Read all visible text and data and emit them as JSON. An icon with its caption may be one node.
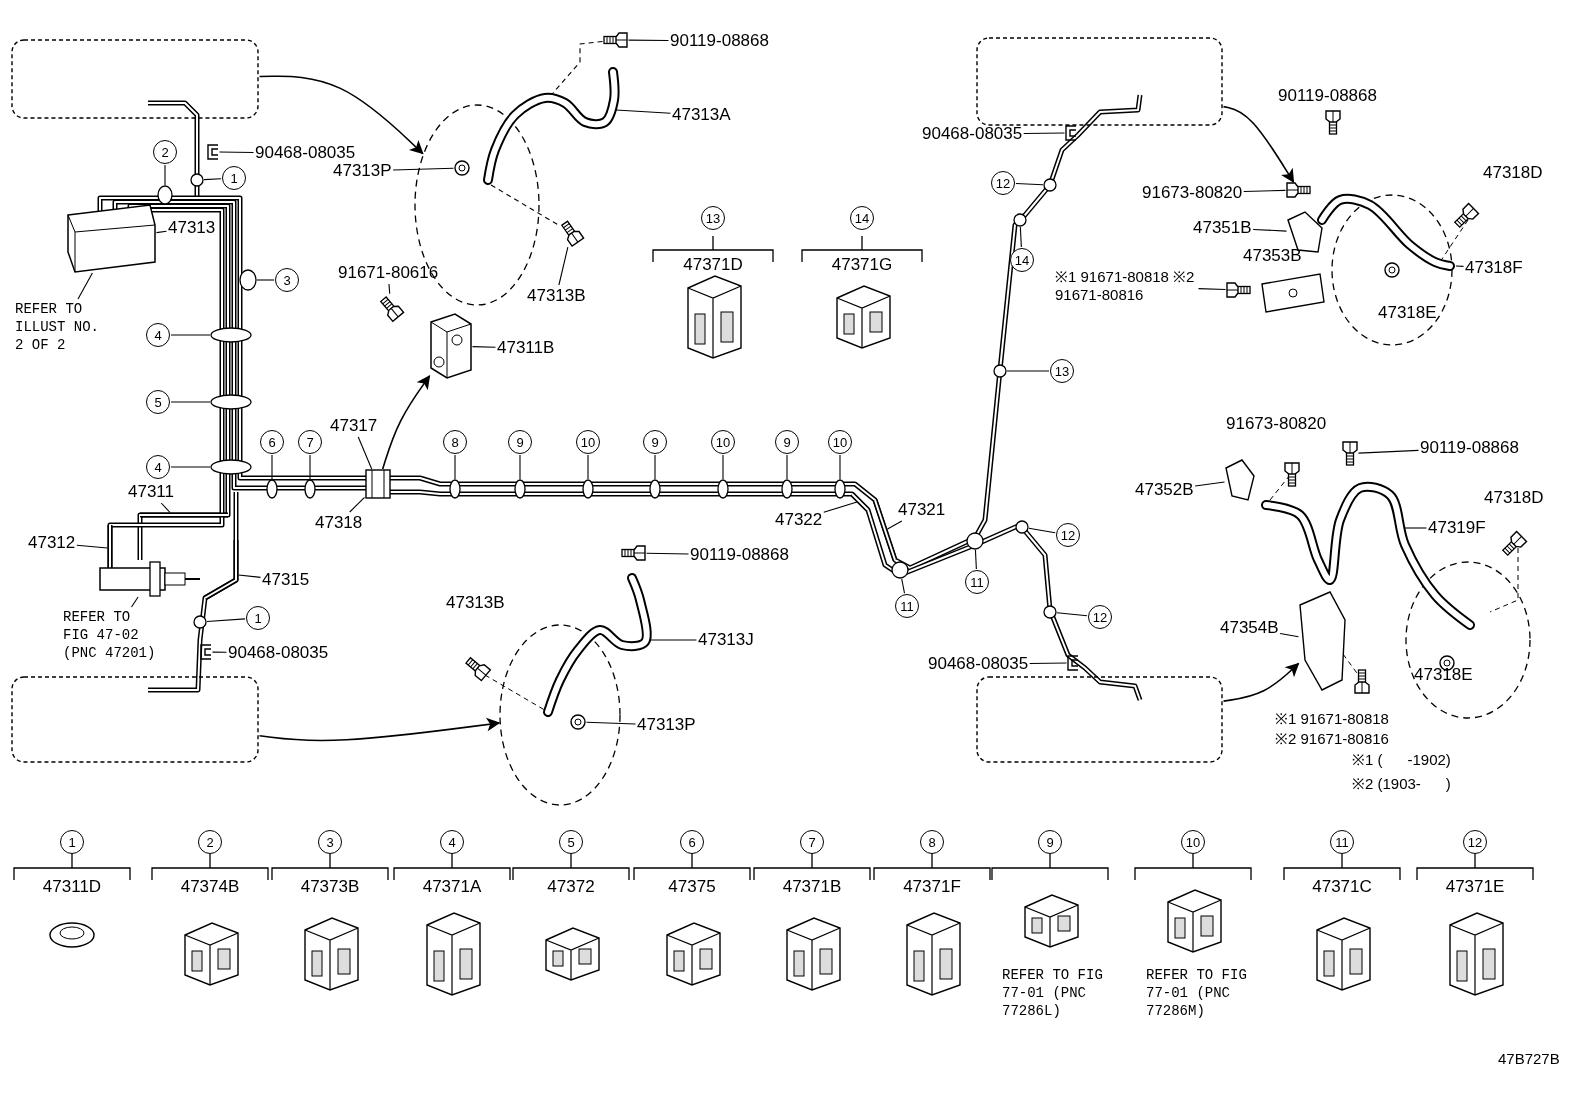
{
  "diagram": {
    "nodes": [
      {
        "text": [],
        "shape": "box"
      },
      {
        "text": [],
        "shape": "box"
      },
      {
        "text": [],
        "shape": "box"
      },
      {
        "text": [],
        "shape": "box"
      },
      {
        "text": [],
        "shape": "circle"
      },
      {
        "text": [],
        "shape": "circle"
      },
      {
        "text": [],
        "shape": "circle"
      },
      {
        "text": [],
        "shape": "circle"
      },
      {
        "text": [],
        "shape": "picture"
      },
      {
        "text": [
          "90119-08868"
        ]
      },
      {
        "text": [
          "47313A"
        ]
      },
      {
        "text": [
          "47313P"
        ]
      },
      {
        "text": [
          "47313B"
        ]
      },
      {
        "text": [
          "90468-08035"
        ]
      },
      {
        "text": [
          "47313"
        ]
      },
      {
        "text": [
          "REFER TO ILLUST NO. 2 OF 2"
        ]
      },
      {
        "text": [
          "91671-80616"
        ]
      },
      {
        "text": [
          "47311B"
        ]
      },
      {
        "text": [
          "47317"
        ]
      },
      {
        "text": [
          "47318"
        ]
      },
      {
        "text": [
          "47311"
        ]
      },
      {
        "text": [
          "47312"
        ]
      },
      {
        "text": [
          "REFER TO FIG 47-02 (PNC 47201)"
        ]
      },
      {
        "text": [
          "47315"
        ]
      },
      {
        "text": [
          "90468-08035"
        ]
      },
      {
        "text": [
          "90119-08868"
        ]
      },
      {
        "text": [
          "47313J"
        ]
      },
      {
        "text": [
          "47313P"
        ]
      },
      {
        "text": [
          "47322"
        ]
      },
      {
        "text": [
          "47321"
        ]
      },
      {
        "text": [
          "90468-08035"
        ]
      },
      {
        "text": [
          "91673-80820"
        ]
      },
      {
        "text": [
          "47351B"
        ]
      },
      {
        "text": [
          "※1 91671-80818 ※2 91671-80816"
        ]
      },
      {
        "text": [
          "47318F"
        ]
      },
      {
        "text": [
          "90119-08868"
        ]
      },
      {
        "text": [
          "47352B"
        ]
      },
      {
        "text": [
          "47319F"
        ]
      },
      {
        "text": [
          "47354B"
        ]
      },
      {
        "text": [
          "90468-08035"
        ]
      },
      {
        "text": [
          "1"
        ]
      },
      {
        "text": [
          "2"
        ]
      },
      {
        "text": [
          "3"
        ]
      },
      {
        "text": [
          "4"
        ]
      },
      {
        "text": [
          "5"
        ]
      },
      {
        "text": [
          "4"
        ]
      },
      {
        "text": [
          "6"
        ]
      },
      {
        "text": [
          "7"
        ]
      },
      {
        "text": [
          "8"
        ]
      },
      {
        "text": [
          "9"
        ]
      },
      {
        "text": [
          "10"
        ]
      },
      {
        "text": [
          "9"
        ]
      },
      {
        "text": [
          "10"
        ]
      },
      {
        "text": [
          "9"
        ]
      },
      {
        "text": [
          "10"
        ]
      },
      {
        "text": [
          "11"
        ]
      },
      {
        "text": [
          "11"
        ]
      },
      {
        "text": [
          "12"
        ]
      },
      {
        "text": [
          "12"
        ]
      },
      {
        "text": [
          "12"
        ]
      },
      {
        "text": [
          "14"
        ]
      },
      {
        "text": [
          "13"
        ]
      },
      {
        "text": [
          "1"
        ]
      },
      {
        "text": [
          "13"
        ]
      },
      {
        "text": [
          "14"
        ]
      },
      {
        "text": [
          "1"
        ]
      },
      {
        "text": [
          "2"
        ]
      },
      {
        "text": [
          "3"
        ]
      },
      {
        "text": [
          "4"
        ]
      },
      {
        "text": [
          "5"
        ]
      },
      {
        "text": [
          "6"
        ]
      },
      {
        "text": [
          "7"
        ]
      },
      {
        "text": [
          "8"
        ]
      },
      {
        "text": [
          "9"
        ]
      },
      {
        "text": [
          "10"
        ]
      },
      {
        "text": [
          "11"
        ]
      },
      {
        "text": [
          "12"
        ]
      },
      {
        "text": [],
        "shape": "picture"
      },
      {
        "text": [],
        "shape": "picture"
      },
      {
        "text": [],
        "shape": "picture",
        "in": 4
      },
      {
        "text": [],
        "shape": "picture"
      },
      {
        "text": [],
        "shape": "picture"
      },
      {
        "text": [],
        "shape": "picture"
      },
      {
        "text": [],
        "shape": "picture"
      },
      {
        "text": [],
        "shape": "picture"
      },
      {
        "text": [],
        "shape": "picture"
      },
      {
        "text": [],
        "shape": "picture"
      },
      {
        "text": [],
        "shape": "picture"
      },
      {
        "text": [],
        "shape": "picture"
      },
      {
        "text": [],
        "shape": "picture"
      },
      {
        "text": [],
        "shape": "picture"
      },
      {
        "text": [],
        "shape": "picture"
      },
      {
        "text": [],
        "shape": "picture",
        "in": 5
      },
      {
        "text": [],
        "shape": "picture"
      },
      {
        "text": [],
        "shape": "picture"
      },
      {
        "text": [],
        "shape": "picture"
      },
      {
        "text": [],
        "shape": "picture"
      },
      {
        "text": [],
        "shape": "picture"
      },
      {
        "text": [],
        "shape": "picture"
      },
      {
        "text": [],
        "shape": "picture"
      },
      {
        "text": [],
        "shape": "picture"
      },
      {
        "text": [],
        "shape": "picture"
      },
      {
        "text": [],
        "shape": "picture"
      },
      {
        "text": [],
        "shape": "picture"
      },
      {
        "text": [],
        "shape": "picture"
      },
      {
        "text": [],
        "shape": "circle"
      },
      {
        "text": [],
        "shape": "circle"
      },
      {
        "text": [],
        "shape": "circle"
      },
      {
        "text": [],
        "shape": "circle"
      },
      {
        "text": [],
        "shape": "circle"
      },
      {
        "text": [],
        "shape": "circle"
      },
      {
        "text": [],
        "shape": "circle"
      },
      {
        "text": [],
        "shape": "circle"
      },
      {
        "text": [],
        "shape": "circle"
      },
      {
        "text": [],
        "shape": "circle"
      },
      {
        "text": [],
        "shape": "circle"
      },
      {
        "text": [],
        "shape": "circle"
      },
      {
        "text": [],
        "shape": "circle"
      },
      {
        "text": [],
        "shape": "circle"
      },
      {
        "text": [],
        "shape": "circle"
      },
      {
        "text": [],
        "shape": "circle"
      },
      {
        "text": [],
        "shape": "circle"
      },
      {
        "text": [],
        "shape": "circle"
      },
      {
        "text": [],
        "shape": "circle"
      },
      {
        "text": [],
        "shape": "circle"
      },
      {
        "text": [],
        "shape": "circle"
      },
      {
        "text": [],
        "shape": "circle"
      },
      {
        "text": [],
        "shape": "circle"
      }
    ],
    "edges": [
      {
        "from": 0,
        "to": 4,
        "arrow": "to"
      },
      {
        "from": 1,
        "to": 5,
        "arrow": "to"
      },
      {
        "from": 2,
        "to": 96,
        "arrow": "to"
      },
      {
        "from": 3,
        "to": 103,
        "arrow": "to"
      },
      {
        "from": 84,
        "to": 8,
        "arrow": "to"
      },
      {
        "from": 9,
        "to": 77,
        "arrow": "none"
      },
      {
        "from": 10,
        "to": 78,
        "arrow": "none"
      },
      {
        "from": 11,
        "to": 79,
        "arrow": "none"
      },
      {
        "from": 12,
        "to": 80,
        "arrow": "none"
      },
      {
        "from": 13,
        "to": 81,
        "arrow": "none"
      },
      {
        "from": 14,
        "to": 82,
        "arrow": "none"
      },
      {
        "from": 15,
        "to": 82,
        "arrow": "none"
      },
      {
        "from": 16,
        "to": 83,
        "arrow": "none"
      },
      {
        "from": 17,
        "to": 8,
        "arrow": "none"
      },
      {
        "from": 18,
        "to": 84,
        "arrow": "none"
      },
      {
        "from": 19,
        "to": 84,
        "arrow": "none"
      },
      {
        "from": 20,
        "to": 85,
        "arrow": "none"
      },
      {
        "from": 21,
        "to": 86,
        "arrow": "none"
      },
      {
        "from": 22,
        "to": 87,
        "arrow": "none"
      },
      {
        "from": 23,
        "to": 88,
        "arrow": "none"
      },
      {
        "from": 24,
        "to": 89,
        "arrow": "none"
      },
      {
        "from": 25,
        "to": 90,
        "arrow": "none"
      },
      {
        "from": 26,
        "to": 91,
        "arrow": "none"
      },
      {
        "from": 27,
        "to": 92,
        "arrow": "none"
      },
      {
        "from": 28,
        "to": 93,
        "arrow": "none"
      },
      {
        "from": 29,
        "to": 94,
        "arrow": "none"
      },
      {
        "from": 30,
        "to": 95,
        "arrow": "none"
      },
      {
        "from": 31,
        "to": 96,
        "arrow": "none"
      },
      {
        "from": 32,
        "to": 97,
        "arrow": "none"
      },
      {
        "from": 33,
        "to": 98,
        "arrow": "none"
      },
      {
        "from": 34,
        "to": 99,
        "arrow": "none"
      },
      {
        "from": 35,
        "to": 100,
        "arrow": "none"
      },
      {
        "from": 36,
        "to": 101,
        "arrow": "none"
      },
      {
        "from": 37,
        "to": 102,
        "arrow": "none"
      },
      {
        "from": 38,
        "to": 103,
        "arrow": "none"
      },
      {
        "from": 39,
        "to": 104,
        "arrow": "none"
      },
      {
        "from": 40,
        "to": 105,
        "arrow": "none"
      },
      {
        "from": 41,
        "to": 106,
        "arrow": "none"
      },
      {
        "from": 42,
        "to": 107,
        "arrow": "none"
      },
      {
        "from": 43,
        "to": 108,
        "arrow": "none"
      },
      {
        "from": 44,
        "to": 109,
        "arrow": "none"
      },
      {
        "from": 45,
        "to": 110,
        "arrow": "none"
      },
      {
        "from": 46,
        "to": 111,
        "arrow": "none"
      },
      {
        "from": 47,
        "to": 112,
        "arrow": "none"
      },
      {
        "from": 48,
        "to": 113,
        "arrow": "none"
      },
      {
        "from": 49,
        "to": 114,
        "arrow": "none"
      },
      {
        "from": 50,
        "to": 115,
        "arrow": "none"
      },
      {
        "from": 51,
        "to": 116,
        "arrow": "none"
      },
      {
        "from": 52,
        "to": 117,
        "arrow": "none"
      },
      {
        "from": 53,
        "to": 118,
        "arrow": "none"
      },
      {
        "from": 54,
        "to": 119,
        "arrow": "none"
      },
      {
        "from": 55,
        "to": 120,
        "arrow": "none"
      },
      {
        "from": 56,
        "to": 121,
        "arrow": "none"
      },
      {
        "from": 57,
        "to": 122,
        "arrow": "none"
      },
      {
        "from": 58,
        "to": 123,
        "arrow": "none"
      },
      {
        "from": 59,
        "to": 124,
        "arrow": "none"
      },
      {
        "from": 60,
        "to": 125,
        "arrow": "none"
      },
      {
        "from": 61,
        "to": 126,
        "arrow": "none"
      },
      {
        "from": 62,
        "to": 127,
        "arrow": "none"
      },
      {
        "from": 77,
        "to": 78,
        "arrow": "none",
        "style": "dashed"
      },
      {
        "from": 78,
        "to": 80,
        "arrow": "none",
        "style": "dashed"
      }
    ],
    "labels": [
      "90119-08868",
      "47318D",
      "47371D",
      "47371G",
      "47353B",
      "47318E",
      "91673-80820",
      "47318D",
      "47313B",
      "47318E",
      "※1 91671-80818",
      "※2 91671-80816",
      "※1 (      -1902)",
      "※2 (1903-      )",
      "47311D",
      "47374B",
      "47373B",
      "47371A",
      "47372",
      "47375",
      "47371B",
      "47371F",
      "REFER TO FIG 77-01 (PNC 77286L)",
      "REFER TO FIG 77-01 (PNC 77286M)",
      "47371C",
      "47371E",
      "47B727B"
    ]
  }
}
